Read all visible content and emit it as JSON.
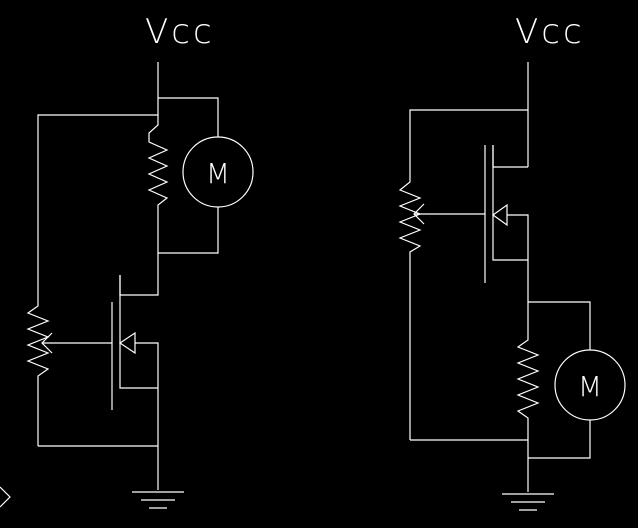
{
  "left_circuit": {
    "supply_label": "Vcc",
    "motor_label": "M"
  },
  "right_circuit": {
    "supply_label": "Vcc",
    "motor_label": "M"
  }
}
